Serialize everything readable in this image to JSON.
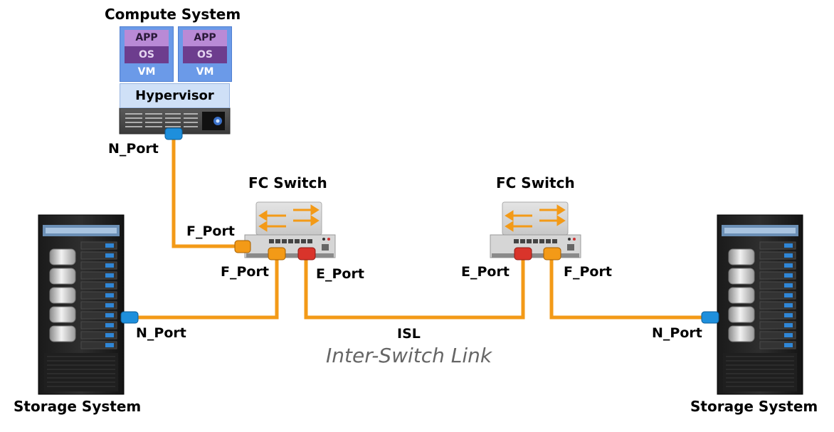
{
  "compute_system": {
    "title": "Compute System",
    "vms": [
      {
        "app": "APP",
        "os": "OS",
        "vm": "VM"
      },
      {
        "app": "APP",
        "os": "OS",
        "vm": "VM"
      }
    ],
    "hypervisor": "Hypervisor",
    "port": "N_Port"
  },
  "switches": [
    {
      "title": "FC Switch",
      "ports": {
        "f_port_left": "F_Port",
        "f_port_bottom": "F_Port",
        "e_port": "E_Port"
      }
    },
    {
      "title": "FC Switch",
      "ports": {
        "e_port": "E_Port",
        "f_port": "F_Port"
      }
    }
  ],
  "storage_left": {
    "title": "Storage System",
    "port": "N_Port"
  },
  "storage_right": {
    "title": "Storage System",
    "port": "N_Port"
  },
  "isl": {
    "label": "ISL",
    "caption": "Inter-Switch Link"
  },
  "colors": {
    "link": "#f39a17",
    "n_port": "#1e8fdc",
    "f_port": "#f39a17",
    "e_port": "#d9342b",
    "vm_blue": "#6b9ae8",
    "vm_app": "#b98ad6",
    "vm_os": "#6d3d8e"
  }
}
